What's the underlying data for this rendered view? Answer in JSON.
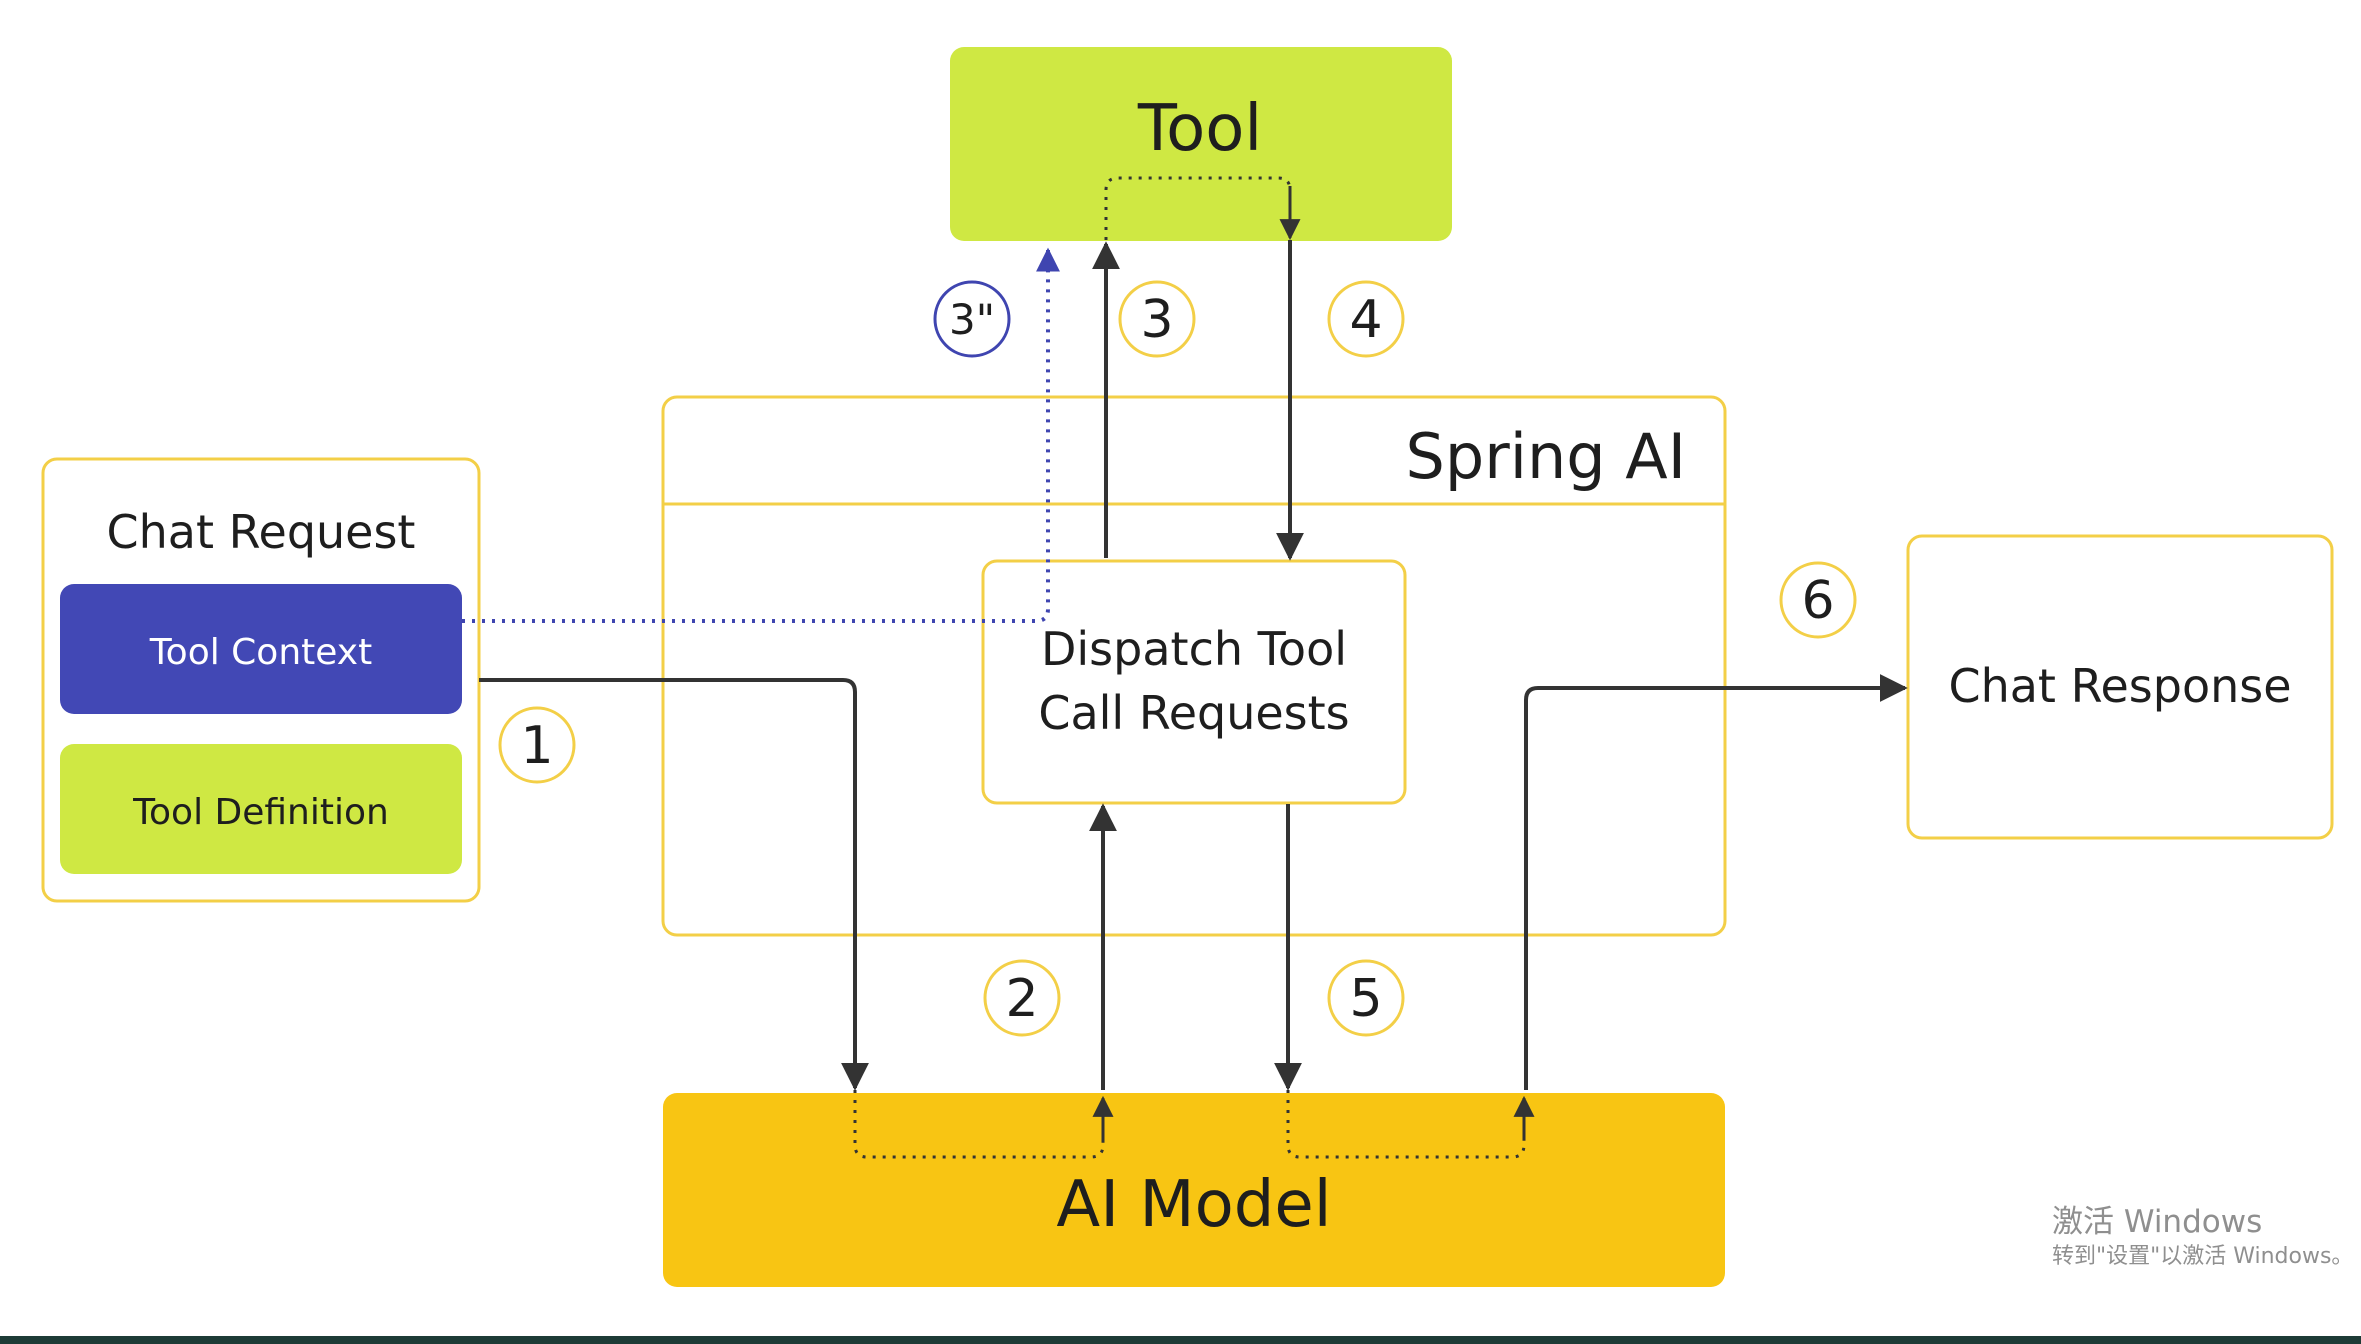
{
  "nodes": {
    "tool": "Tool",
    "spring_ai": "Spring AI",
    "chat_request": "Chat Request",
    "tool_context": "Tool Context",
    "tool_definition": "Tool Definition",
    "dispatch_line1": "Dispatch Tool",
    "dispatch_line2": "Call Requests",
    "chat_response": "Chat Response",
    "ai_model": "AI Model"
  },
  "steps": {
    "s1": "1",
    "s2": "2",
    "s3": "3",
    "s3b": "3\"",
    "s4": "4",
    "s5": "5",
    "s6": "6"
  },
  "watermark": {
    "line1": "激活 Windows",
    "line2": "转到\"设置\"以激活 Windows。"
  },
  "colors": {
    "lime": "#cfe843",
    "indigo": "#4248b5",
    "amber": "#f8c513",
    "box_border": "#f3cf47",
    "arrow": "#333333",
    "dotted_blue": "#3f45b0"
  }
}
